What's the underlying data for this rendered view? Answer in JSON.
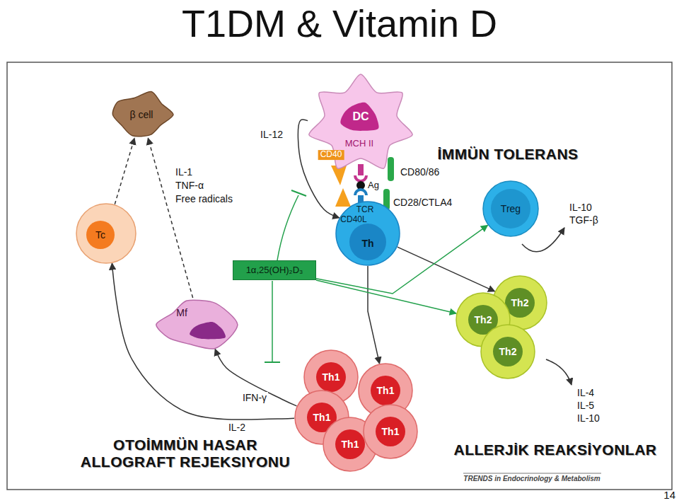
{
  "diagram": {
    "title": "T1DM & Vitamin D",
    "nodes": [
      {
        "text": [
          "β cell"
        ]
      },
      {
        "text": [
          "DC",
          "MCH II",
          "CD40"
        ]
      },
      {
        "text": [
          "TCR",
          "CD40L",
          "Th"
        ]
      },
      {
        "text": [
          "Tc"
        ]
      },
      {
        "text": [
          "Treg"
        ]
      },
      {
        "text": [
          "Mf"
        ]
      },
      {
        "text": [
          "1α,25(OH)₂D₃"
        ]
      },
      {
        "text": [
          "Th2"
        ]
      },
      {
        "text": [
          "Th2"
        ]
      },
      {
        "text": [
          "Th2"
        ]
      },
      {
        "text": [
          "Th1"
        ]
      },
      {
        "text": [
          "Th1"
        ]
      },
      {
        "text": [
          "Th1"
        ]
      },
      {
        "text": [
          "Th1"
        ]
      },
      {
        "text": [
          "Th1"
        ]
      }
    ],
    "edges": [
      {
        "from": 3,
        "to": 0,
        "arrow": "to"
      },
      {
        "from": 5,
        "to": 0,
        "arrow": "to"
      },
      {
        "from": 1,
        "to": 2,
        "label": "IL-12",
        "arrow": "to"
      },
      {
        "from": 2,
        "to": 11,
        "arrow": "to"
      },
      {
        "from": 2,
        "to": 7,
        "arrow": "to"
      },
      {
        "from": 6,
        "to": 4,
        "arrow": "to"
      },
      {
        "from": 6,
        "to": 8,
        "arrow": "to"
      },
      {
        "from": 12,
        "to": 3,
        "label": "IL-2",
        "arrow": "to"
      },
      {
        "from": 12,
        "to": 5,
        "label": "IFN-γ",
        "arrow": "to"
      }
    ],
    "labels": [
      "İMMÜN TOLERANS",
      "OTOİMMÜN HASAR ALLOGRAFT REJEKSIYONU",
      "ALLERJİK REAKSİYONLAR",
      "IL-1",
      "TNF-α",
      "Free radicals",
      "CD80/86",
      "Ag",
      "CD28/CTLA4",
      "IL-10",
      "TGF-β",
      "IL-4",
      "IL-5",
      "IL-10",
      "TRENDS in Endocrinology & Metabolism",
      "14"
    ]
  }
}
